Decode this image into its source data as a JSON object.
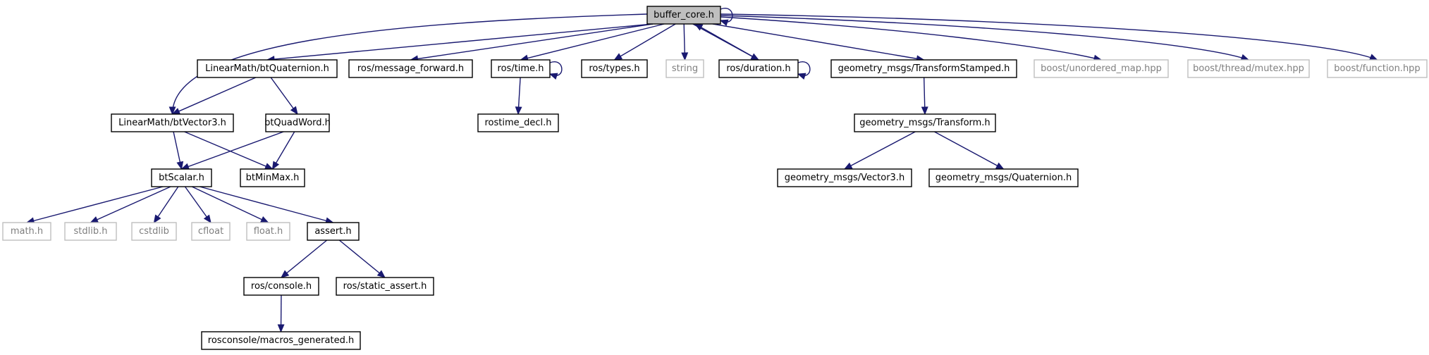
{
  "diagram": {
    "colors": {
      "edge": "#191970",
      "root_fill": "#bfbfbf",
      "documented_border": "#000000",
      "external_border": "#bfbfbf",
      "documented_text": "#000000",
      "external_text": "#7f7f7f"
    },
    "nodes": [
      {
        "id": "buffer_core",
        "label": "buffer_core.h",
        "kind": "root"
      },
      {
        "id": "btQuaternion",
        "label": "LinearMath/btQuaternion.h",
        "kind": "documented"
      },
      {
        "id": "message_forward",
        "label": "ros/message_forward.h",
        "kind": "documented"
      },
      {
        "id": "ros_time",
        "label": "ros/time.h",
        "kind": "documented"
      },
      {
        "id": "ros_types",
        "label": "ros/types.h",
        "kind": "documented"
      },
      {
        "id": "string",
        "label": "string",
        "kind": "external"
      },
      {
        "id": "ros_duration",
        "label": "ros/duration.h",
        "kind": "documented"
      },
      {
        "id": "TransformStamped",
        "label": "geometry_msgs/TransformStamped.h",
        "kind": "documented"
      },
      {
        "id": "unordered_map",
        "label": "boost/unordered_map.hpp",
        "kind": "external"
      },
      {
        "id": "mutex",
        "label": "boost/thread/mutex.hpp",
        "kind": "external"
      },
      {
        "id": "function",
        "label": "boost/function.hpp",
        "kind": "external"
      },
      {
        "id": "btVector3",
        "label": "LinearMath/btVector3.h",
        "kind": "documented"
      },
      {
        "id": "btQuadWord",
        "label": "btQuadWord.h",
        "kind": "documented"
      },
      {
        "id": "rostime_decl",
        "label": "rostime_decl.h",
        "kind": "documented"
      },
      {
        "id": "Transform",
        "label": "geometry_msgs/Transform.h",
        "kind": "documented"
      },
      {
        "id": "btScalar",
        "label": "btScalar.h",
        "kind": "documented"
      },
      {
        "id": "btMinMax",
        "label": "btMinMax.h",
        "kind": "documented"
      },
      {
        "id": "gm_Vector3",
        "label": "geometry_msgs/Vector3.h",
        "kind": "documented"
      },
      {
        "id": "gm_Quaternion",
        "label": "geometry_msgs/Quaternion.h",
        "kind": "documented"
      },
      {
        "id": "math",
        "label": "math.h",
        "kind": "external"
      },
      {
        "id": "stdlib",
        "label": "stdlib.h",
        "kind": "external"
      },
      {
        "id": "cstdlib",
        "label": "cstdlib",
        "kind": "external"
      },
      {
        "id": "cfloat",
        "label": "cfloat",
        "kind": "external"
      },
      {
        "id": "float",
        "label": "float.h",
        "kind": "external"
      },
      {
        "id": "assert",
        "label": "assert.h",
        "kind": "documented"
      },
      {
        "id": "ros_console",
        "label": "ros/console.h",
        "kind": "documented"
      },
      {
        "id": "static_assert",
        "label": "ros/static_assert.h",
        "kind": "documented"
      },
      {
        "id": "macros_generated",
        "label": "rosconsole/macros_generated.h",
        "kind": "documented"
      }
    ],
    "edges": [
      {
        "from": "buffer_core",
        "to": "buffer_core"
      },
      {
        "from": "buffer_core",
        "to": "btVector3"
      },
      {
        "from": "buffer_core",
        "to": "btQuaternion"
      },
      {
        "from": "buffer_core",
        "to": "message_forward"
      },
      {
        "from": "buffer_core",
        "to": "ros_time"
      },
      {
        "from": "buffer_core",
        "to": "ros_types"
      },
      {
        "from": "buffer_core",
        "to": "string"
      },
      {
        "from": "buffer_core",
        "to": "ros_duration"
      },
      {
        "from": "buffer_core",
        "to": "TransformStamped"
      },
      {
        "from": "buffer_core",
        "to": "unordered_map"
      },
      {
        "from": "buffer_core",
        "to": "mutex"
      },
      {
        "from": "buffer_core",
        "to": "function"
      },
      {
        "from": "ros_duration",
        "to": "buffer_core"
      },
      {
        "from": "ros_time",
        "to": "ros_time"
      },
      {
        "from": "ros_duration",
        "to": "ros_duration"
      },
      {
        "from": "ros_time",
        "to": "rostime_decl"
      },
      {
        "from": "btQuaternion",
        "to": "btVector3"
      },
      {
        "from": "btQuaternion",
        "to": "btQuadWord"
      },
      {
        "from": "btVector3",
        "to": "btScalar"
      },
      {
        "from": "btVector3",
        "to": "btMinMax"
      },
      {
        "from": "btQuadWord",
        "to": "btScalar"
      },
      {
        "from": "btQuadWord",
        "to": "btMinMax"
      },
      {
        "from": "TransformStamped",
        "to": "Transform"
      },
      {
        "from": "Transform",
        "to": "gm_Vector3"
      },
      {
        "from": "Transform",
        "to": "gm_Quaternion"
      },
      {
        "from": "btScalar",
        "to": "math"
      },
      {
        "from": "btScalar",
        "to": "stdlib"
      },
      {
        "from": "btScalar",
        "to": "cstdlib"
      },
      {
        "from": "btScalar",
        "to": "cfloat"
      },
      {
        "from": "btScalar",
        "to": "float"
      },
      {
        "from": "btScalar",
        "to": "assert"
      },
      {
        "from": "assert",
        "to": "ros_console"
      },
      {
        "from": "assert",
        "to": "static_assert"
      },
      {
        "from": "ros_console",
        "to": "macros_generated"
      }
    ]
  }
}
